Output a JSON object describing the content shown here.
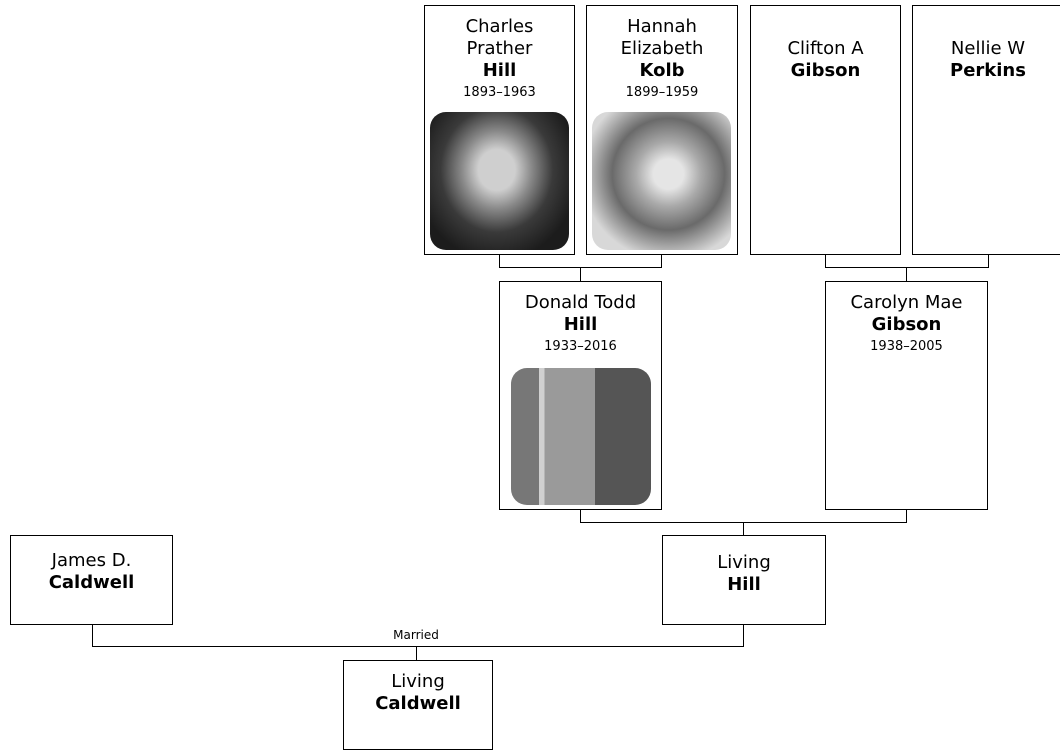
{
  "people": {
    "charles": {
      "given": "Charles Prather",
      "surname": "Hill",
      "dates": "1893–1963",
      "photo_icon": "portrait-photo"
    },
    "hannah": {
      "given": "Hannah Elizabeth",
      "surname": "Kolb",
      "dates": "1899–1959",
      "photo_icon": "portrait-photo"
    },
    "clifton": {
      "given": "Clifton A",
      "surname": "Gibson"
    },
    "nellie": {
      "given": "Nellie W",
      "surname": "Perkins"
    },
    "donald": {
      "given": "Donald Todd",
      "surname": "Hill",
      "dates": "1933–2016",
      "photo_icon": "portrait-photo"
    },
    "carolyn": {
      "given": "Carolyn Mae",
      "surname": "Gibson",
      "dates": "1938–2005"
    },
    "living_hill": {
      "given": "Living",
      "surname": "Hill"
    },
    "james": {
      "given": "James D.",
      "surname": "Caldwell"
    },
    "living_caldwell": {
      "given": "Living",
      "surname": "Caldwell"
    }
  },
  "labels": {
    "married": "Married"
  },
  "colors": {
    "line": "#000000",
    "border": "#000000",
    "background": "#ffffff"
  }
}
